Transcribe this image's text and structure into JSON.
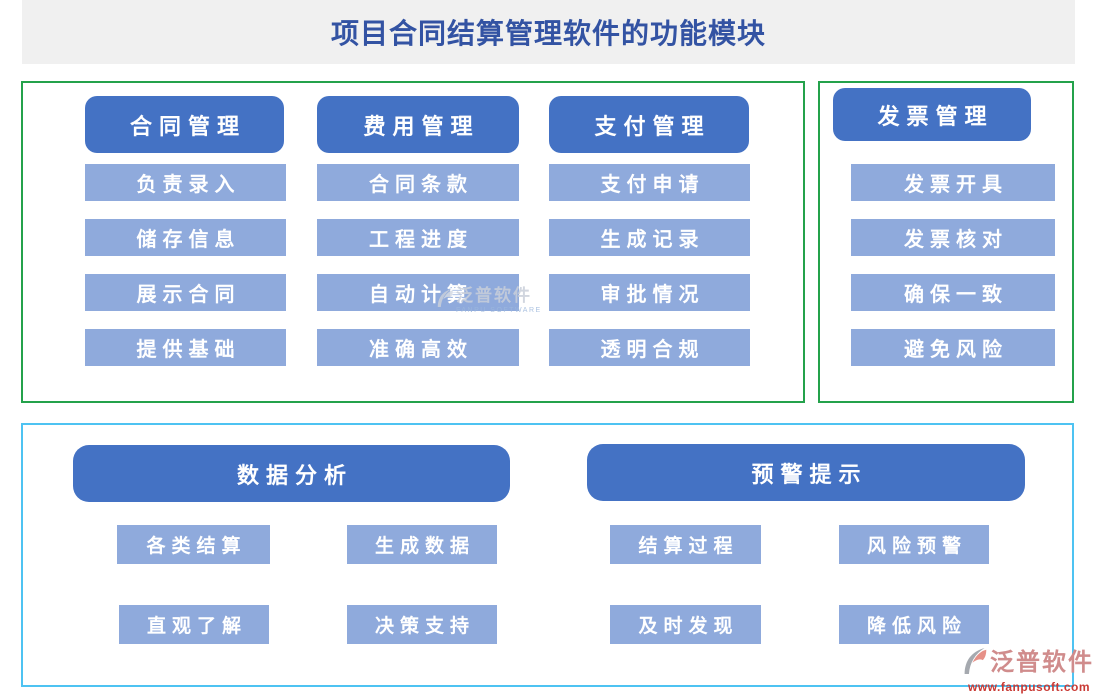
{
  "page": {
    "title": "项目合同结算管理软件的功能模块"
  },
  "modules": {
    "contract": {
      "header": "合同管理",
      "items": [
        "负责录入",
        "储存信息",
        "展示合同",
        "提供基础"
      ]
    },
    "cost": {
      "header": "费用管理",
      "items": [
        "合同条款",
        "工程进度",
        "自动计算",
        "准确高效"
      ]
    },
    "payment": {
      "header": "支付管理",
      "items": [
        "支付申请",
        "生成记录",
        "审批情况",
        "透明合规"
      ]
    },
    "invoice": {
      "header": "发票管理",
      "items": [
        "发票开具",
        "发票核对",
        "确保一致",
        "避免风险"
      ]
    },
    "analysis": {
      "header": "数据分析",
      "items": [
        "各类结算",
        "生成数据",
        "直观了解",
        "决策支持"
      ]
    },
    "warning": {
      "header": "预警提示",
      "items": [
        "结算过程",
        "风险预警",
        "及时发现",
        "降低风险"
      ]
    }
  },
  "watermarks": {
    "center": {
      "brand": "泛普软件",
      "caption": "FANPU SOFTWARE"
    },
    "corner": {
      "brand": "泛普软件",
      "url": "www.fanpusoft.com"
    }
  },
  "colors": {
    "header_button": "#4472C4",
    "sub_button": "#8FAADC",
    "title_text": "#3353A3",
    "green_border": "#24A24B",
    "cyan_border": "#4EC3F2",
    "title_band_bg": "#F0F0F0",
    "corner_brand_text": "#D08C8C",
    "corner_url_text": "#C93A35"
  }
}
